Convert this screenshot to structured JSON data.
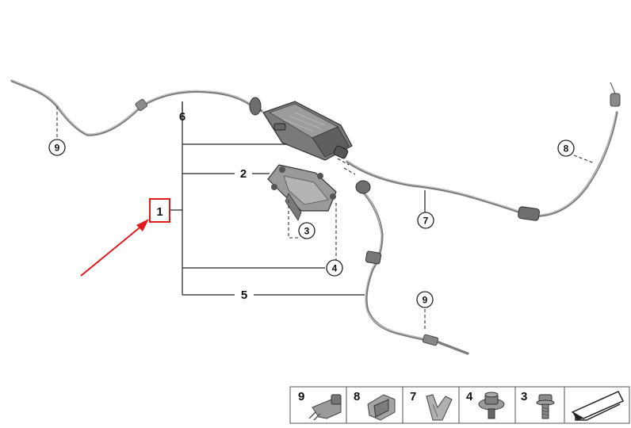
{
  "callouts": {
    "main_1": "1",
    "cable_6": "6",
    "bracket_2": "2",
    "screw_3": "3",
    "nut_4": "4",
    "cable_5": "5",
    "cable_7": "7",
    "clip_8": "8",
    "clip_9_left": "9",
    "clip_9_bottom": "9"
  },
  "legend": [
    {
      "number": "9",
      "part": "cable-clip-icon"
    },
    {
      "number": "8",
      "part": "clip-icon"
    },
    {
      "number": "7",
      "part": "spring-clip-icon"
    },
    {
      "number": "4",
      "part": "collar-nut-icon"
    },
    {
      "number": "3",
      "part": "hex-screw-icon"
    }
  ],
  "highlight_color": "#e0191b",
  "arrow_color": "#e0191b"
}
